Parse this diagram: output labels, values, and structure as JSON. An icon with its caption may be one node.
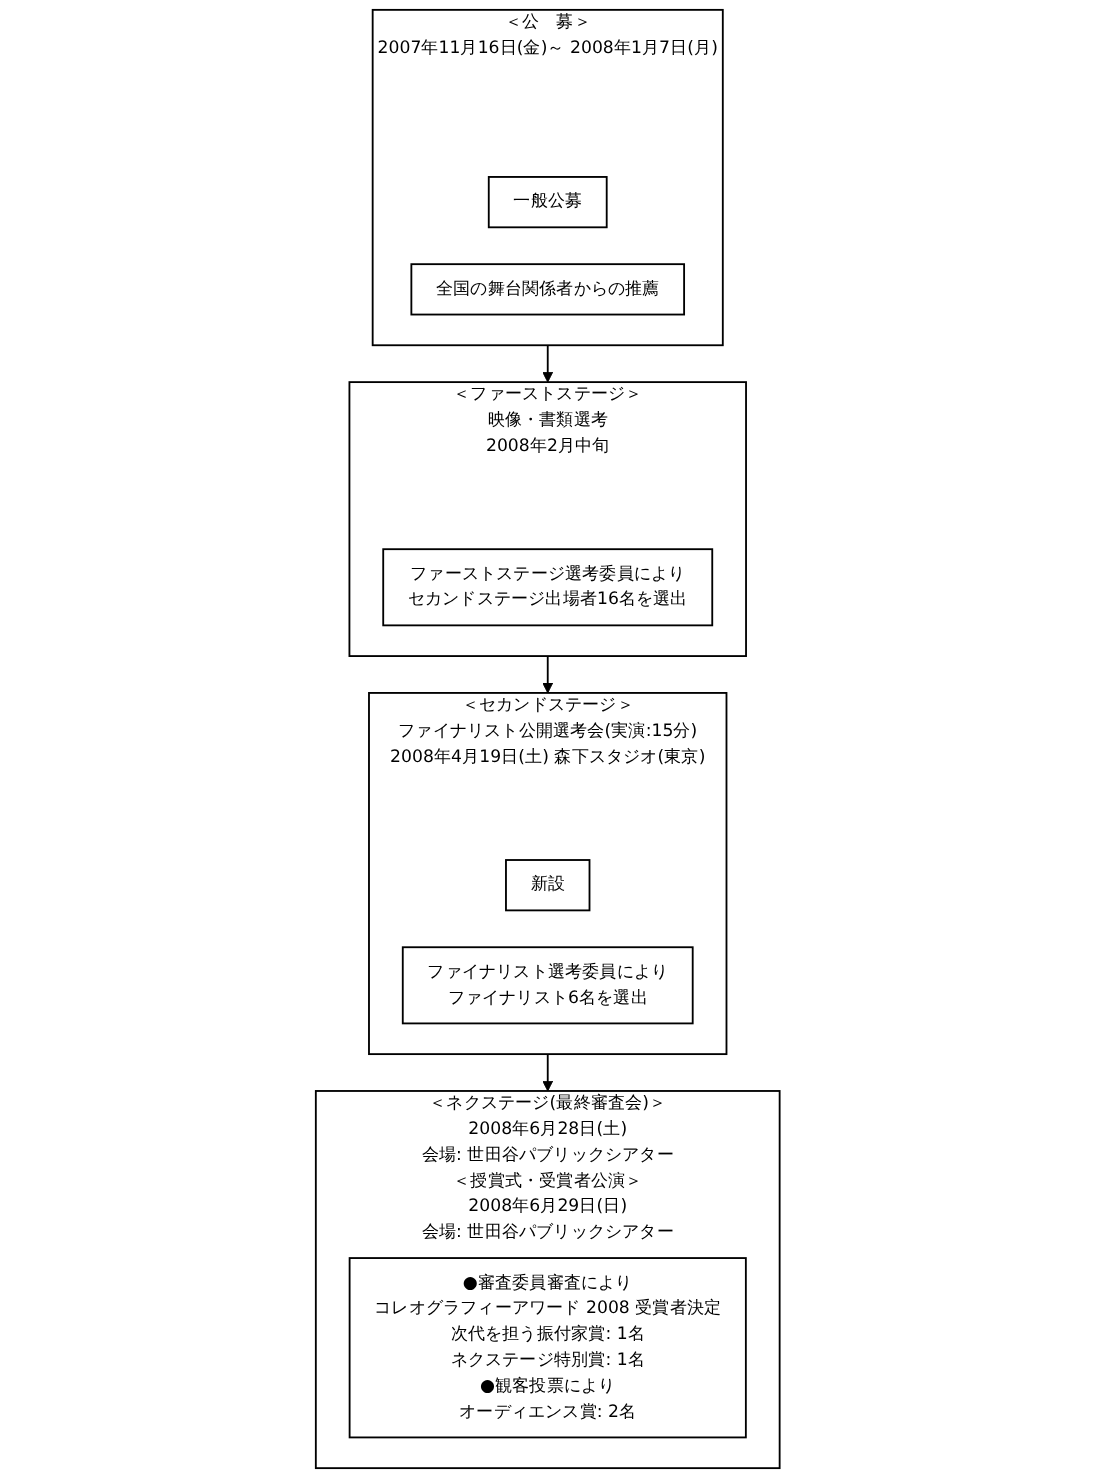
{
  "diagram": {
    "nodes": [
      {
        "text": [
          "＜公　募＞",
          "2007年11月16日(金)～ 2008年1月7日(月)"
        ]
      },
      {
        "text": [
          "一般公募"
        ],
        "in": 0
      },
      {
        "text": [
          "全国の舞台関係者からの推薦"
        ],
        "in": 0
      },
      {
        "text": [
          "＜ファーストステージ＞",
          "映像・書類選考",
          "2008年2月中旬"
        ]
      },
      {
        "text": [
          "ファーストステージ選考委員により",
          "セカンドステージ出場者16名を選出"
        ],
        "in": 3
      },
      {
        "text": [
          "＜セカンドステージ＞",
          "ファイナリスト公開選考会(実演:15分)",
          "2008年4月19日(土) 森下スタジオ(東京)"
        ]
      },
      {
        "text": [
          "新設"
        ],
        "in": 5
      },
      {
        "text": [
          "ファイナリスト選考委員により",
          "ファイナリスト6名を選出"
        ],
        "in": 5
      },
      {
        "text": [
          "＜ネクステージ(最終審査会)＞",
          "2008年6月28日(土)",
          "会場: 世田谷パブリックシアター",
          "＜授賞式・受賞者公演＞",
          "2008年6月29日(日)",
          "会場: 世田谷パブリックシアター"
        ]
      },
      {
        "text": [
          "●審査委員審査により",
          "コレオグラフィーアワード 2008 受賞者決定",
          "次代を担う振付家賞: 1名",
          "ネクステージ特別賞: 1名",
          "●観客投票により",
          "オーディエンス賞: 2名"
        ],
        "in": 8
      }
    ],
    "edges": [
      {
        "from": 0,
        "to": 3,
        "arrow": "to"
      },
      {
        "from": 3,
        "to": 5,
        "arrow": "to"
      },
      {
        "from": 5,
        "to": 8,
        "arrow": "to"
      }
    ]
  }
}
